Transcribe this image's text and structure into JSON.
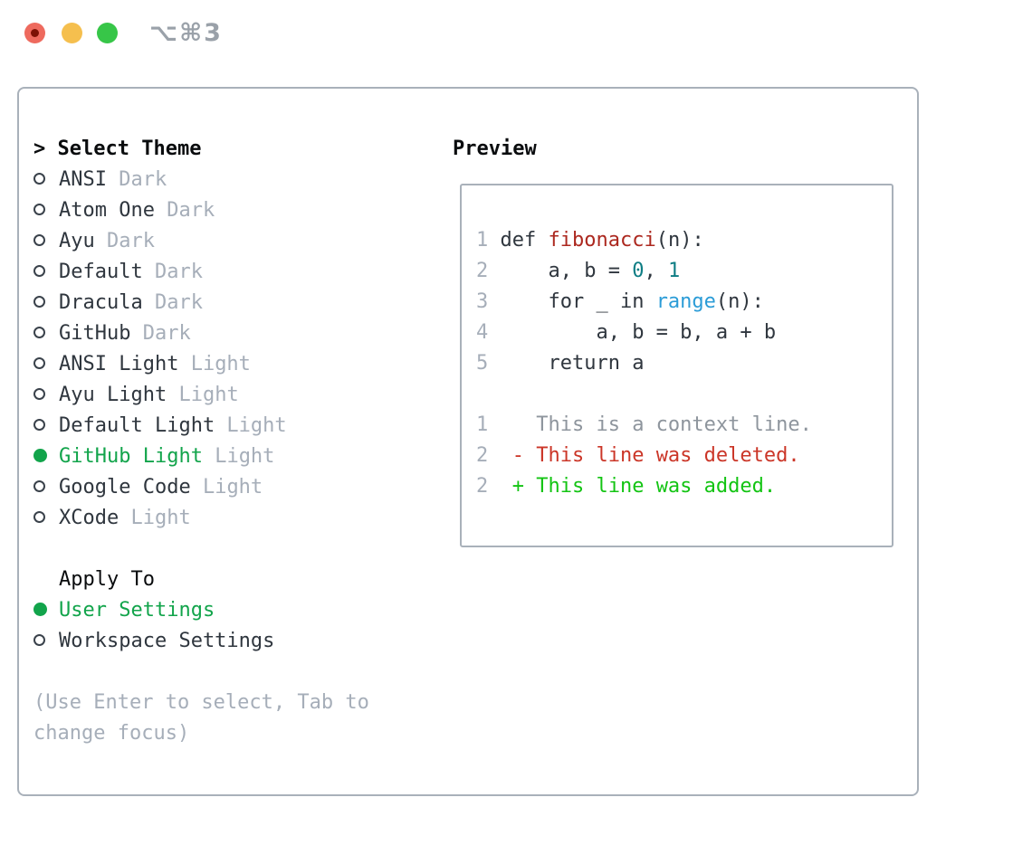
{
  "window": {
    "title_shortcut": "⌥⌘3"
  },
  "traffic_lights": {
    "close_color": "#ee6a5e",
    "close_dot_color": "#7d1105",
    "minimize_color": "#f5bf4e",
    "zoom_color": "#37c648"
  },
  "theme_picker": {
    "prompt": ">",
    "title": "Select Theme",
    "items": [
      {
        "name": "ANSI",
        "variant": "Dark",
        "selected": false
      },
      {
        "name": "Atom One",
        "variant": "Dark",
        "selected": false
      },
      {
        "name": "Ayu",
        "variant": "Dark",
        "selected": false
      },
      {
        "name": "Default",
        "variant": "Dark",
        "selected": false
      },
      {
        "name": "Dracula",
        "variant": "Dark",
        "selected": false
      },
      {
        "name": "GitHub",
        "variant": "Dark",
        "selected": false
      },
      {
        "name": "ANSI Light",
        "variant": "Light",
        "selected": false
      },
      {
        "name": "Ayu Light",
        "variant": "Light",
        "selected": false
      },
      {
        "name": "Default Light",
        "variant": "Light",
        "selected": false
      },
      {
        "name": "GitHub Light",
        "variant": "Light",
        "selected": true
      },
      {
        "name": "Google Code",
        "variant": "Light",
        "selected": false
      },
      {
        "name": "XCode",
        "variant": "Light",
        "selected": false
      }
    ],
    "apply_to": {
      "title": "Apply To",
      "options": [
        {
          "label": "User Settings",
          "selected": true
        },
        {
          "label": "Workspace Settings",
          "selected": false
        }
      ]
    },
    "help": [
      "(Use Enter to select, Tab to",
      "change focus)"
    ]
  },
  "preview": {
    "title": "Preview",
    "lines": [
      {
        "name": "code-line-1",
        "segs": [
          {
            "c": "num",
            "t": "1"
          },
          {
            "c": "code",
            "t": " def "
          },
          {
            "c": "func",
            "t": "fibonacci"
          },
          {
            "c": "code",
            "t": "(n):"
          }
        ]
      },
      {
        "name": "code-line-2",
        "segs": [
          {
            "c": "num",
            "t": "2"
          },
          {
            "c": "code",
            "t": "     a, b = "
          },
          {
            "c": "number",
            "t": "0"
          },
          {
            "c": "code",
            "t": ", "
          },
          {
            "c": "number",
            "t": "1"
          }
        ]
      },
      {
        "name": "code-line-3",
        "segs": [
          {
            "c": "num",
            "t": "3"
          },
          {
            "c": "code",
            "t": "     for _ in "
          },
          {
            "c": "builtin",
            "t": "range"
          },
          {
            "c": "code",
            "t": "(n):"
          }
        ]
      },
      {
        "name": "code-line-4",
        "segs": [
          {
            "c": "num",
            "t": "4"
          },
          {
            "c": "code",
            "t": "         a, b = b, a + b"
          }
        ]
      },
      {
        "name": "code-line-5",
        "segs": [
          {
            "c": "num",
            "t": "5"
          },
          {
            "c": "code",
            "t": "     return a"
          }
        ]
      },
      {
        "name": "blank-line",
        "segs": []
      },
      {
        "name": "diff-context-line",
        "segs": [
          {
            "c": "num",
            "t": "1"
          },
          {
            "c": "code",
            "t": "    "
          },
          {
            "c": "context",
            "t": "This is a context line."
          }
        ]
      },
      {
        "name": "diff-deleted-line",
        "segs": [
          {
            "c": "num",
            "t": "2"
          },
          {
            "c": "code",
            "t": "  "
          },
          {
            "c": "deleted",
            "t": "- This line was deleted."
          }
        ]
      },
      {
        "name": "diff-added-line",
        "segs": [
          {
            "c": "num",
            "t": "2"
          },
          {
            "c": "code",
            "t": "  "
          },
          {
            "c": "added",
            "t": "+ This line was added."
          }
        ]
      }
    ]
  },
  "colors": {
    "border_gray": "#a9b1ba",
    "text_dark": "#2f363e",
    "title_black": "#0a0c0e",
    "muted_gray": "#a6aeb9",
    "context_gray": "#8e959d",
    "selected_green": "#12a44b",
    "added_green": "#13c413",
    "deleted_red": "#cb3628",
    "function_red": "#ac281f",
    "number_teal": "#0e7d84",
    "builtin_blue": "#2b9cd7",
    "titlebar_gray": "#9aa1a9",
    "light_red": "#ee6a5e",
    "dot_red": "#7d1105",
    "light_yellow": "#f5bf4e",
    "light_green": "#37c648"
  }
}
